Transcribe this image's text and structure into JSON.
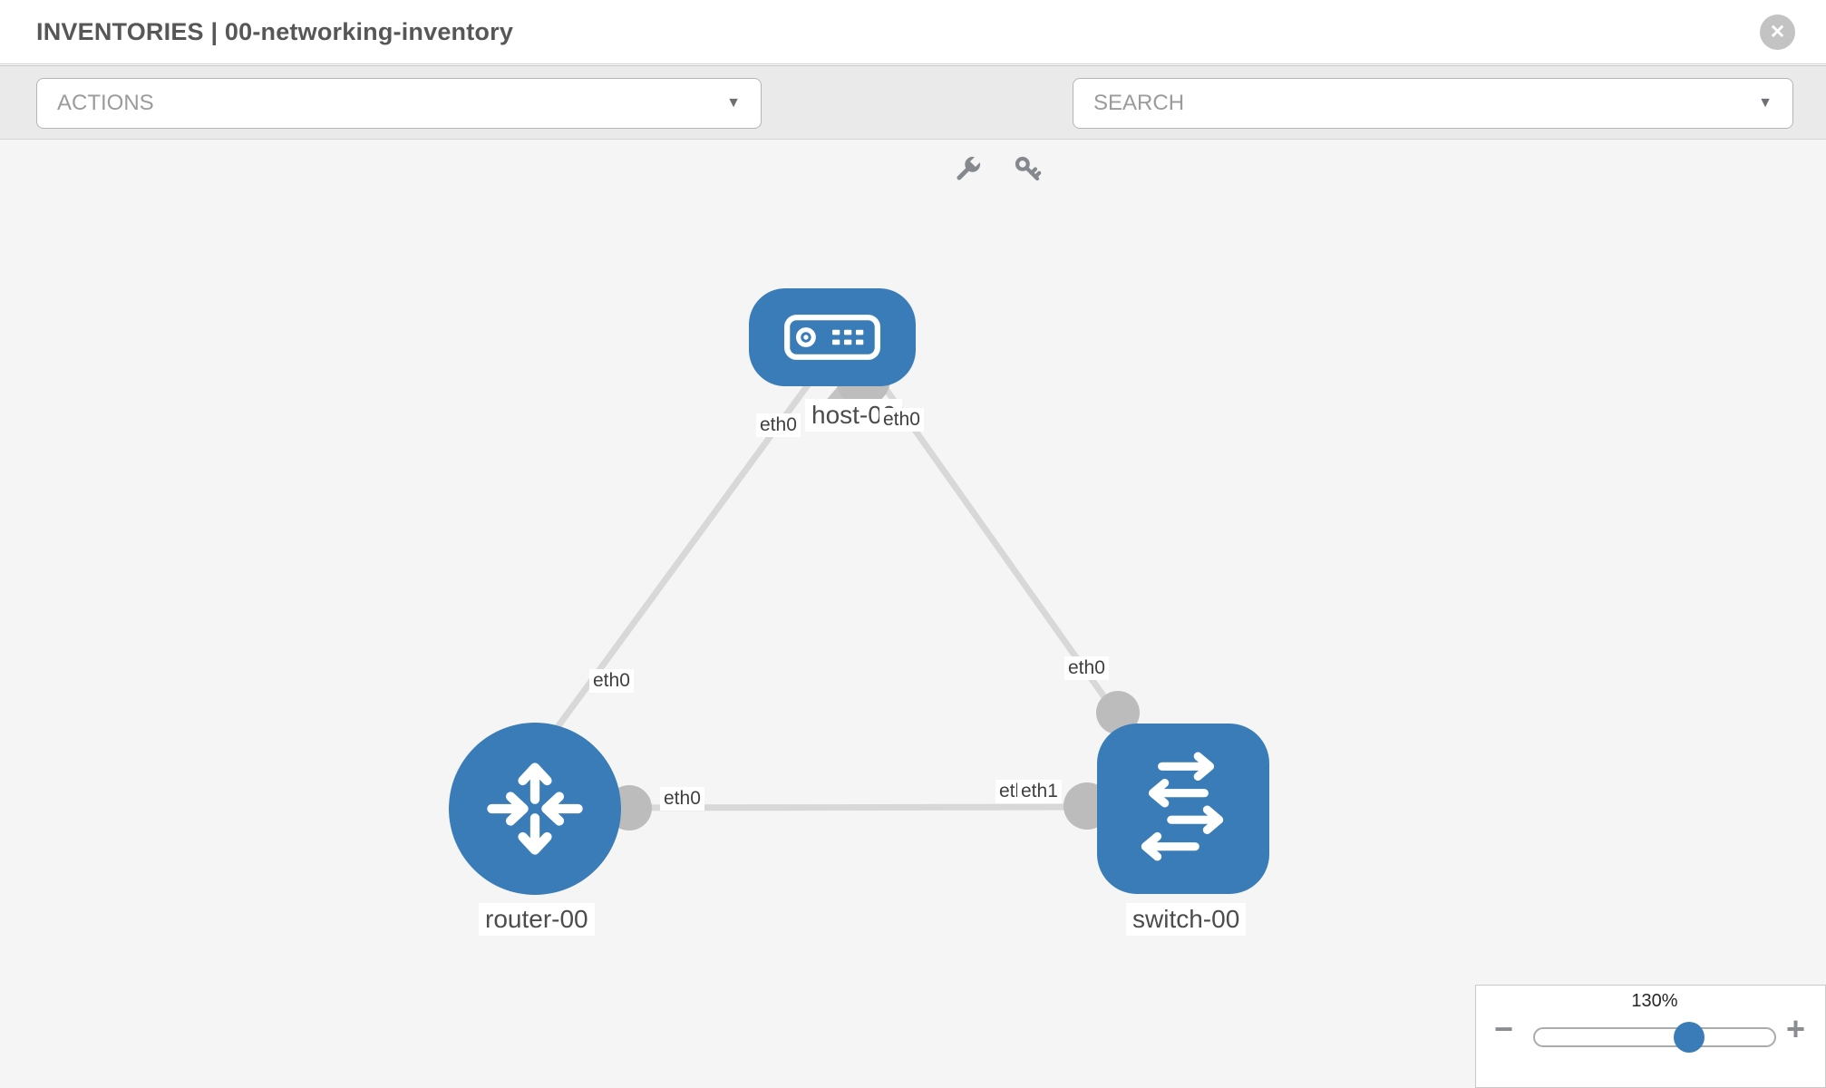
{
  "header": {
    "title": "INVENTORIES | 00-networking-inventory",
    "close_icon_glyph": "✕"
  },
  "toolbar": {
    "actions_label": "ACTIONS",
    "search_label": "SEARCH",
    "caret_glyph": "▼",
    "icons": [
      "wrench-icon",
      "key-icon"
    ]
  },
  "topology": {
    "nodes": [
      {
        "label": "host-00",
        "type": "host",
        "icon": "server-icon"
      },
      {
        "label": "router-00",
        "type": "router",
        "icon": "router-arrows-icon"
      },
      {
        "label": "switch-00",
        "type": "switch",
        "icon": "switch-arrows-icon"
      }
    ],
    "links": [
      {
        "from": "host-00",
        "to": "router-00"
      },
      {
        "from": "host-00",
        "to": "switch-00"
      },
      {
        "from": "router-00",
        "to": "switch-00"
      }
    ],
    "iface_labels": {
      "host_left": "eth0",
      "host_right": "eth0",
      "host_router_mid": "eth0",
      "router_right": "eth0",
      "switch_top": "eth0",
      "switch_left_back": "eth0",
      "switch_left_front": "eth1"
    }
  },
  "zoom_control": {
    "level": "130%",
    "minus_glyph": "−",
    "plus_glyph": "+"
  },
  "colors": {
    "node_blue": "#3a7cb8",
    "link_gray": "#d8d8d8",
    "connector_gray": "#bcbcbc",
    "canvas_bg": "#f5f5f5"
  }
}
